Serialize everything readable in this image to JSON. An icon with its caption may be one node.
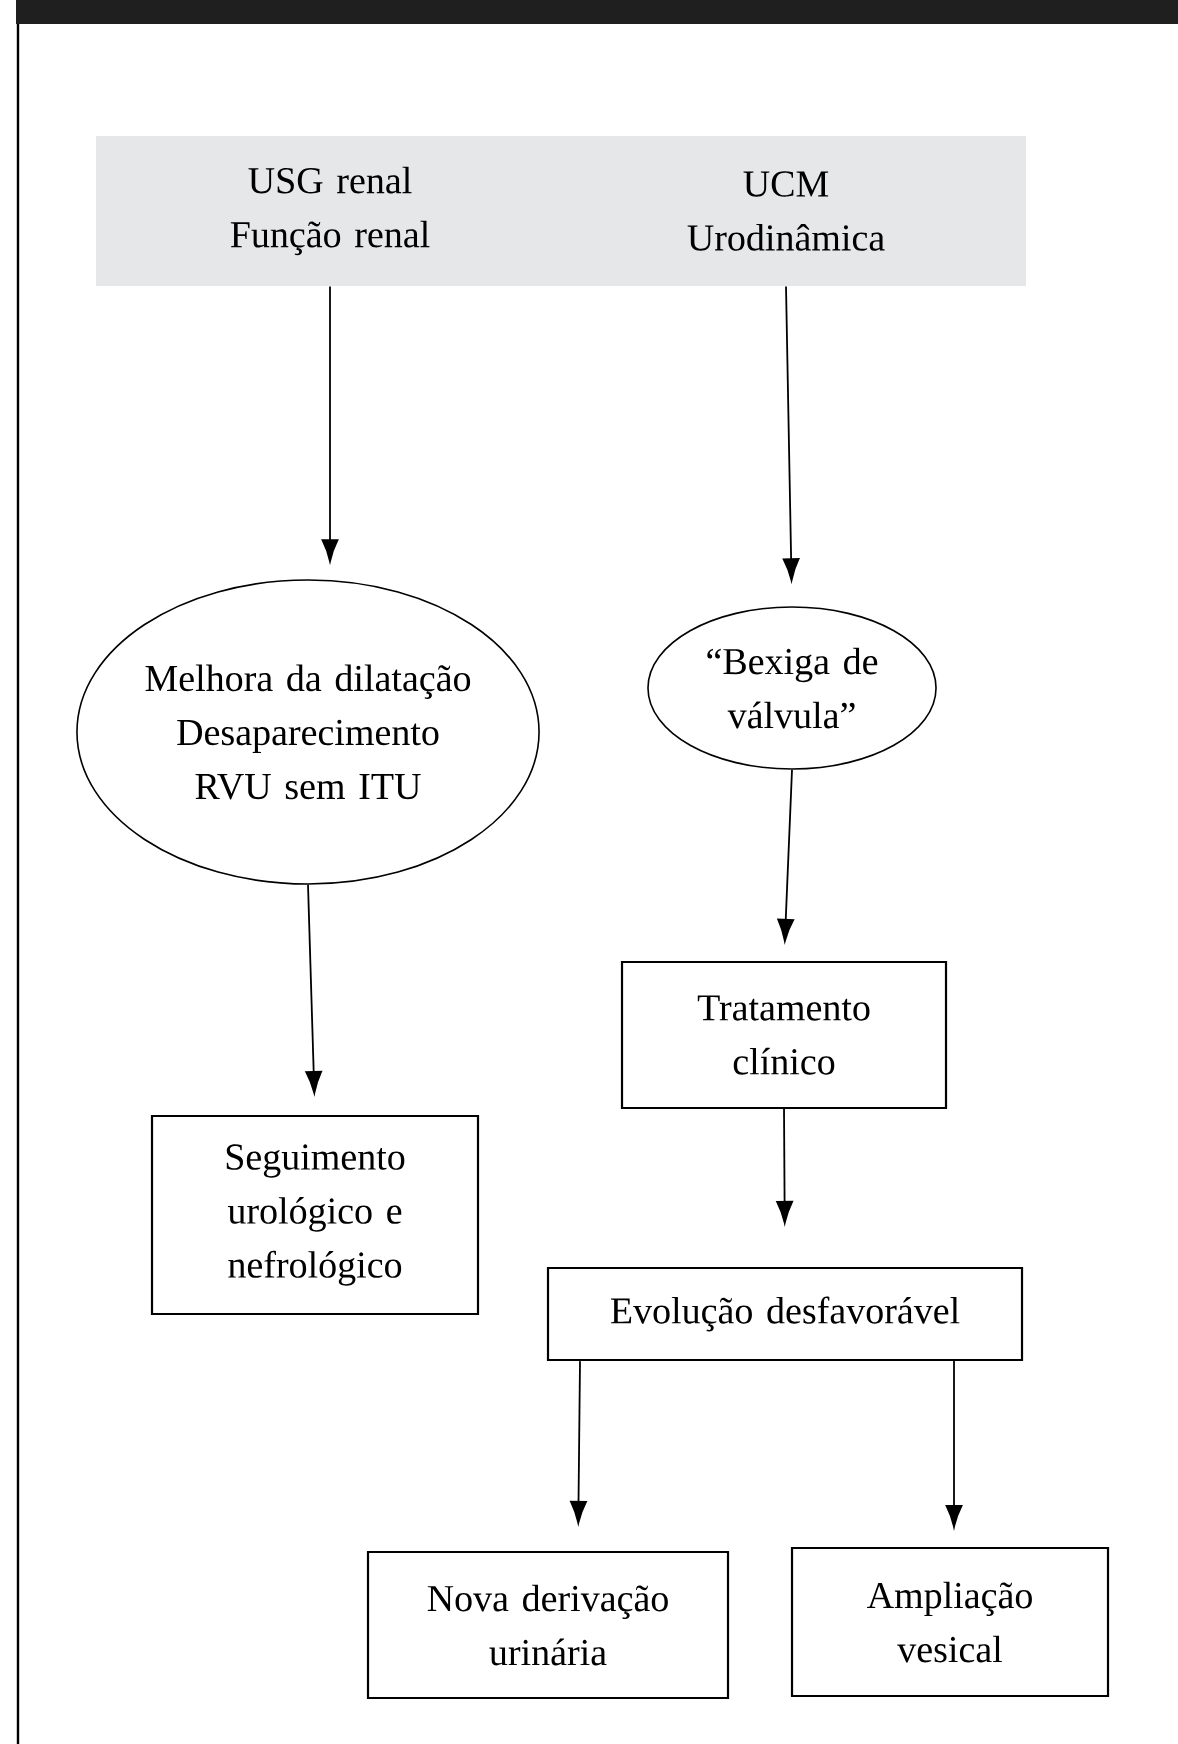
{
  "diagram": {
    "nodes": [
      {
        "text": [
          "USG renal Função renal",
          "UCM Urodinâmica"
        ]
      },
      {
        "text": [
          "Melhora da dilatação Desaparecimento RVU sem ITU"
        ]
      },
      {
        "text": [
          "“Bexiga de válvula”"
        ]
      },
      {
        "text": [
          "Seguimento urológico e nefrológico"
        ]
      },
      {
        "text": [
          "Tratamento clínico"
        ]
      },
      {
        "text": [
          "Evolução desfavorável"
        ]
      },
      {
        "text": [
          "Nova derivação urinária"
        ]
      },
      {
        "text": [
          "Ampliação vesical"
        ]
      }
    ],
    "edges": [
      {
        "from": 0,
        "to": 1,
        "arrow": "to"
      },
      {
        "from": 0,
        "to": 2,
        "arrow": "to"
      },
      {
        "from": 1,
        "to": 3,
        "arrow": "to"
      },
      {
        "from": 2,
        "to": 4,
        "arrow": "to"
      },
      {
        "from": 4,
        "to": 5,
        "arrow": "to"
      },
      {
        "from": 5,
        "to": 6,
        "arrow": "to"
      },
      {
        "from": 5,
        "to": 7,
        "arrow": "to"
      }
    ]
  }
}
